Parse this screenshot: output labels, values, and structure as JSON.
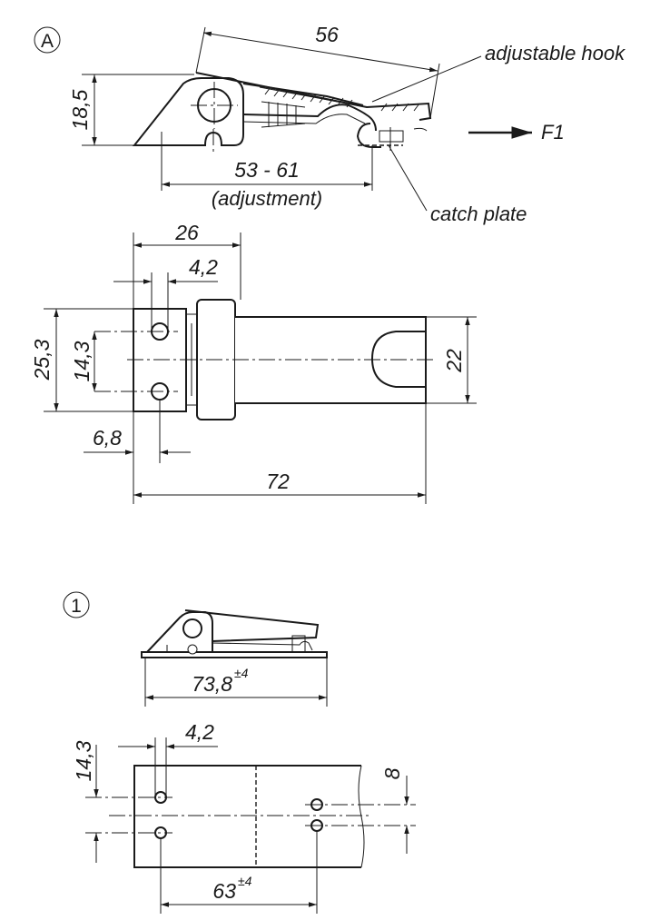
{
  "view_a": {
    "marker": "A",
    "dim_length": "56",
    "dim_height": "18,5",
    "dim_adjust": "53 - 61",
    "dim_adjust_note": "(adjustment)",
    "label_hook": "adjustable hook",
    "label_catch": "catch plate",
    "label_force": "F1"
  },
  "plan_view": {
    "dim_width_hinge": "26",
    "dim_hole": "4,2",
    "dim_base_height": "25,3",
    "dim_hole_spacing": "14,3",
    "dim_strip_width": "22",
    "dim_hole_offset": "6,8",
    "dim_total_length": "72"
  },
  "view_1": {
    "marker": "1",
    "dim_overall": "73,8",
    "dim_overall_tol": "±4",
    "dim_hole_spacing": "14,3",
    "dim_hole": "4,2",
    "dim_slot": "8",
    "dim_pitch": "63",
    "dim_pitch_tol": "±4"
  }
}
